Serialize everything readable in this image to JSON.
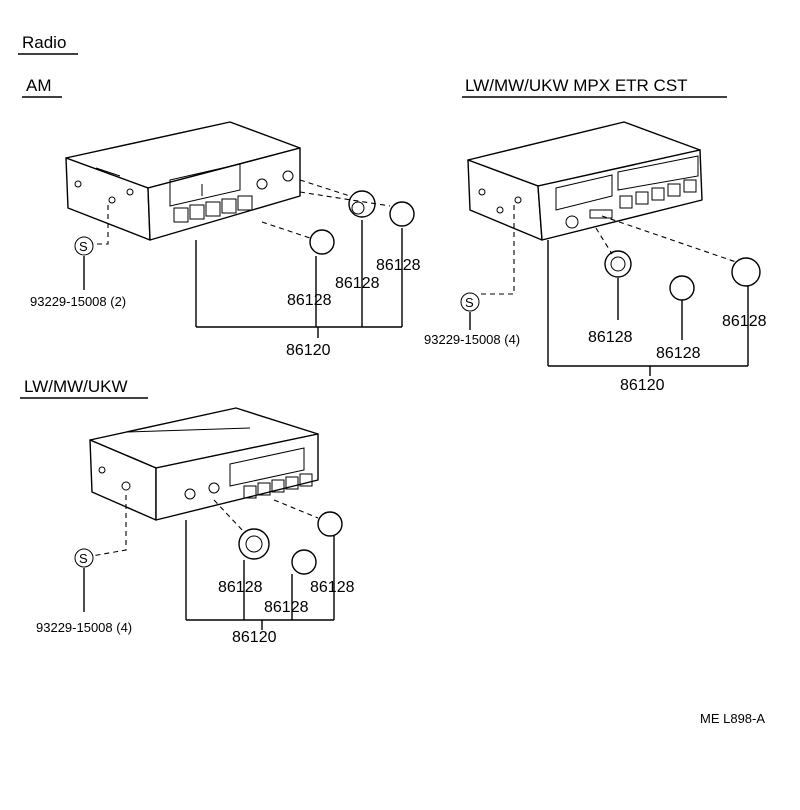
{
  "title": "Radio",
  "sections": {
    "am": {
      "heading": "AM",
      "screw": {
        "symbol": "S",
        "part": "93229-15008 (2)"
      },
      "knobs": [
        "86128",
        "86128"
      ],
      "assembly": "86120"
    },
    "lw_mw_ukw": {
      "heading": "LW/MW/UKW",
      "screw": {
        "symbol": "S",
        "part": "93229-15008 (4)"
      },
      "knobs": [
        "86128",
        "86128",
        "86128"
      ],
      "assembly": "86120"
    },
    "lw_mw_ukw_mpx": {
      "heading": "LW/MW/UKW  MPX  ETR  CST",
      "screw": {
        "symbol": "S",
        "part": "93229-15008 (4)"
      },
      "knobs": [
        "86128",
        "86128",
        "86128"
      ],
      "assembly": "86120"
    }
  },
  "footer_code": "ME  L898-A"
}
